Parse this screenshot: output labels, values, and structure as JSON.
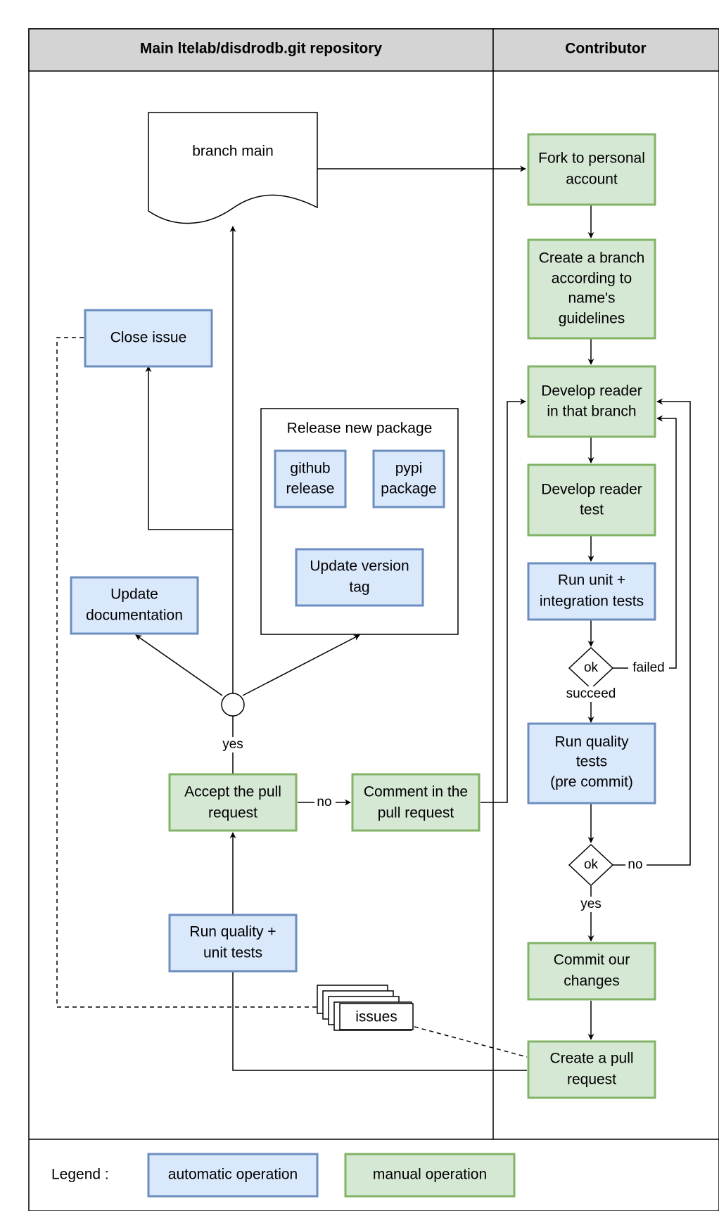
{
  "lanes": {
    "main": "Main ltelab/disdrodb.git repository",
    "contributor": "Contributor"
  },
  "nodes": {
    "branch_main": "branch main",
    "close_issue": "Close issue",
    "release_group": "Release new package",
    "github_release": [
      "github",
      "release"
    ],
    "pypi_package": [
      "pypi",
      "package"
    ],
    "update_version_tag": [
      "Update version",
      "tag"
    ],
    "update_documentation": [
      "Update",
      "documentation"
    ],
    "accept_pull_request": [
      "Accept the pull",
      "request"
    ],
    "comment_pull_request": [
      "Comment in the",
      "pull request"
    ],
    "run_quality_unit_tests": [
      "Run quality +",
      "unit tests"
    ],
    "issues": "issues",
    "fork": [
      "Fork to personal",
      "account"
    ],
    "create_branch": [
      "Create a branch",
      "according to",
      "name's",
      "guidelines"
    ],
    "develop_reader": [
      "Develop reader",
      "in that branch"
    ],
    "develop_reader_test": [
      "Develop reader",
      "test"
    ],
    "run_unit_integration_tests": [
      "Run unit +",
      "integration tests"
    ],
    "decision_1": "ok",
    "run_quality_tests_precommit": [
      "Run quality",
      "tests",
      "(pre commit)"
    ],
    "decision_2": "ok",
    "commit_changes": [
      "Commit our",
      "changes"
    ],
    "create_pull_request": [
      "Create a pull",
      "request"
    ]
  },
  "edge_labels": {
    "failed": "failed",
    "succeed": "succeed",
    "no_precommit": "no",
    "yes_precommit": "yes",
    "yes_accept": "yes",
    "no_accept": "no"
  },
  "legend": {
    "title": "Legend :",
    "automatic": "automatic operation",
    "manual": "manual operation"
  },
  "colors": {
    "automatic_fill": "#dae8fc",
    "automatic_stroke": "#6c8ebf",
    "manual_fill": "#d5e8d4",
    "manual_stroke": "#82b366",
    "header_fill": "#d4d4d4"
  }
}
